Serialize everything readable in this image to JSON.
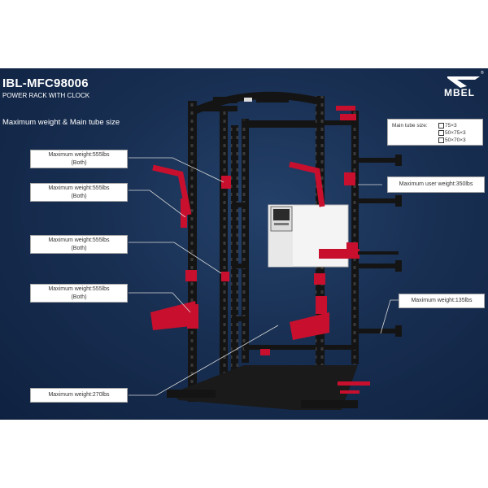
{
  "header": {
    "title": "IBL-MFC98006",
    "subtitle": "POWER RACK WITH CLOCK",
    "section": "Maximum weight & Main tube size",
    "logo_text": "MBEL",
    "logo_mark": "®"
  },
  "callouts_left": [
    {
      "line1": "Maximum weight:555lbs",
      "line2": "(Both)"
    },
    {
      "line1": "Maximum weight:555lbs",
      "line2": "(Both)"
    },
    {
      "line1": "Maximum weight:555lbs",
      "line2": "(Both)"
    },
    {
      "line1": "Maximum weight:555lbs",
      "line2": "(Both)"
    },
    {
      "line1": "Maximum weight:270lbs"
    }
  ],
  "callouts_right": {
    "user_weight": "Maximum user weight:350lbs",
    "weight": "Maximum weight:135lbs"
  },
  "tube_size": {
    "label": "Main tube size:",
    "options": [
      "75×3",
      "50×75×3",
      "50×70×3"
    ]
  },
  "colors": {
    "background": "#182f52",
    "frame": "#141414",
    "accent": "#c8102e"
  }
}
